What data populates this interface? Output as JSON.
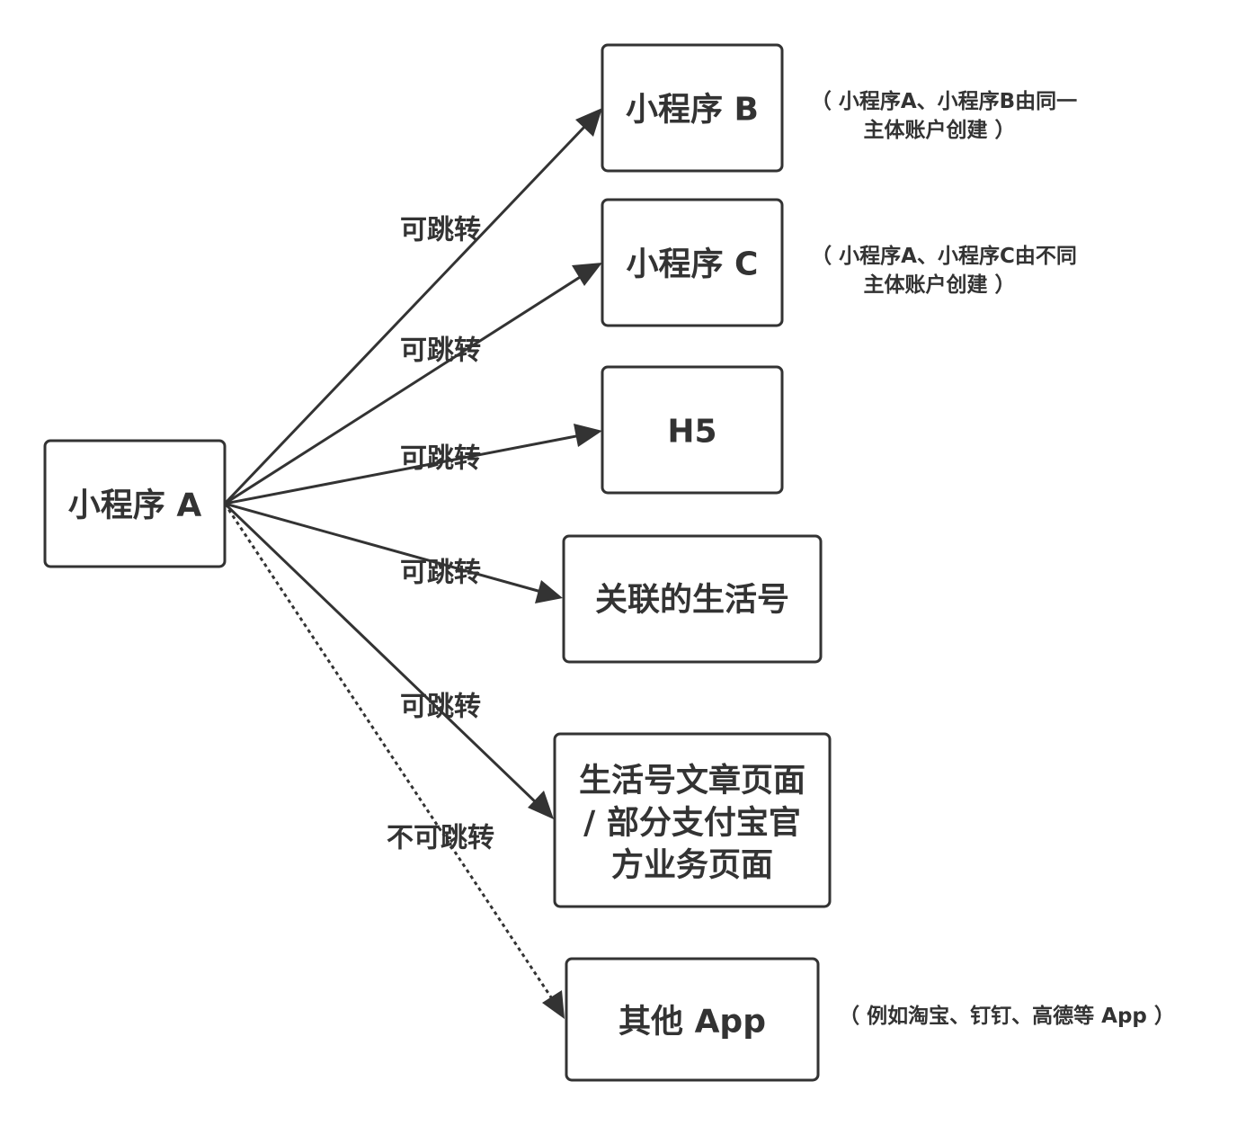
{
  "nodes": {
    "source": {
      "label": "小程序 A"
    },
    "mini_b": {
      "label": "小程序 B"
    },
    "mini_c": {
      "label": "小程序 C"
    },
    "h5": {
      "label": "H5"
    },
    "life_account": {
      "label": "关联的生活号"
    },
    "article": {
      "lines": [
        "生活号文章页面",
        "/ 部分支付宝官",
        "方业务页面"
      ]
    },
    "other_app": {
      "label": "其他 App"
    }
  },
  "edges": {
    "to_mini_b": {
      "label": "可跳转"
    },
    "to_mini_c": {
      "label": "可跳转"
    },
    "to_h5": {
      "label": "可跳转"
    },
    "to_life_account": {
      "label": "可跳转"
    },
    "to_article": {
      "label": "可跳转"
    },
    "to_other_app": {
      "label": "不可跳转"
    }
  },
  "notes": {
    "mini_b": [
      "（ 小程序A、小程序B由同一",
      "主体账户创建 ）"
    ],
    "mini_c": [
      "（ 小程序A、小程序C由不同",
      "主体账户创建 ）"
    ],
    "other_app": [
      "（ 例如淘宝、钉钉、高德等 App ）"
    ]
  },
  "colors": {
    "stroke": "#333333",
    "text": "#333333",
    "background": "#ffffff"
  }
}
